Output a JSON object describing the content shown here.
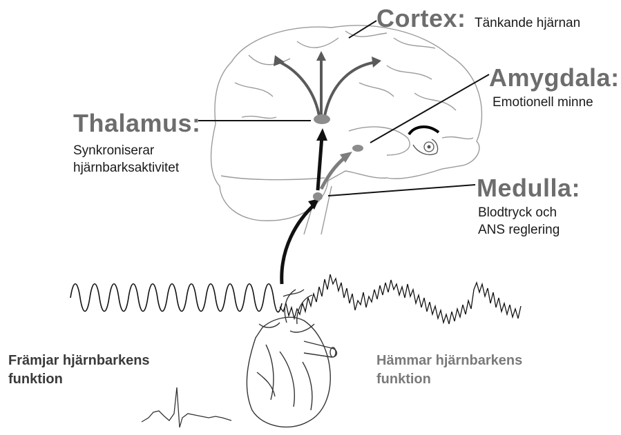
{
  "labels": {
    "cortex": {
      "name": "Cortex",
      "desc": "Tänkande hjärnan"
    },
    "amygdala": {
      "name": "Amygdala",
      "desc": "Emotionell minne"
    },
    "thalamus": {
      "name": "Thalamus",
      "desc_line1": "Synkroniserar",
      "desc_line2": "hjärnbarksaktivitet"
    },
    "medulla": {
      "name": "Medulla",
      "desc_line1": "Blodtryck och",
      "desc_line2": "ANS reglering"
    }
  },
  "colon": ":",
  "bottom": {
    "left": {
      "line1": "Främjar hjärnbarkens",
      "line2": "funktion"
    },
    "right": {
      "line1": "Hämmar hjärnbarkens",
      "line2": "funktion"
    }
  },
  "colors": {
    "heading": "#6d6d6d",
    "text": "#1a1a1a",
    "bottom_left": "#3a3a3a",
    "bottom_right": "#7a7a7a",
    "node": "#8c8c8c",
    "arrow": "#111111",
    "arrow_gray": "#7d7d7d"
  }
}
